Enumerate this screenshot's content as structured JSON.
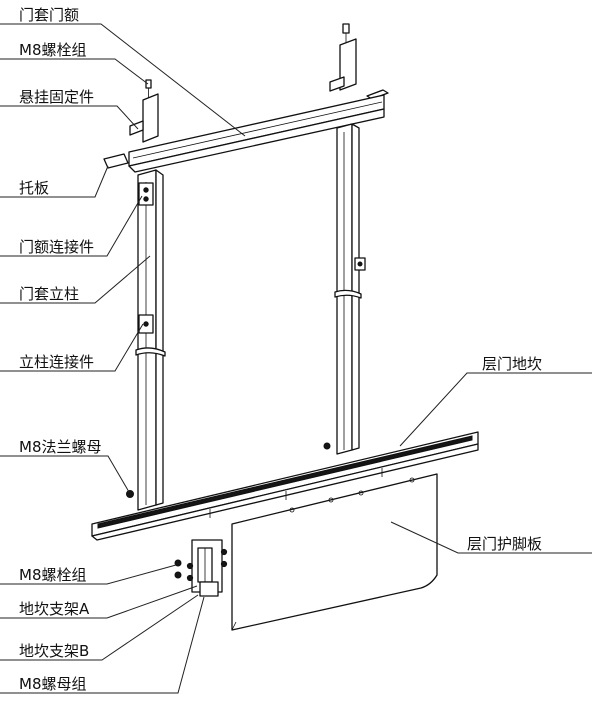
{
  "labels": {
    "door_header": "门套门额",
    "m8_bolt_set_top": "M8螺栓组",
    "hanging_bracket": "悬挂固定件",
    "support_plate": "托板",
    "header_connector": "门额连接件",
    "door_jamb_post": "门套立柱",
    "post_connector": "立柱连接件",
    "landing_sill": "层门地坎",
    "m8_flange_nut": "M8法兰螺母",
    "landing_door_toe_guard": "层门护脚板",
    "m8_bolt_set_bottom": "M8螺栓组",
    "sill_bracket_a": "地坎支架A",
    "sill_bracket_b": "地坎支架B",
    "m8_nut_set": "M8螺母组"
  }
}
